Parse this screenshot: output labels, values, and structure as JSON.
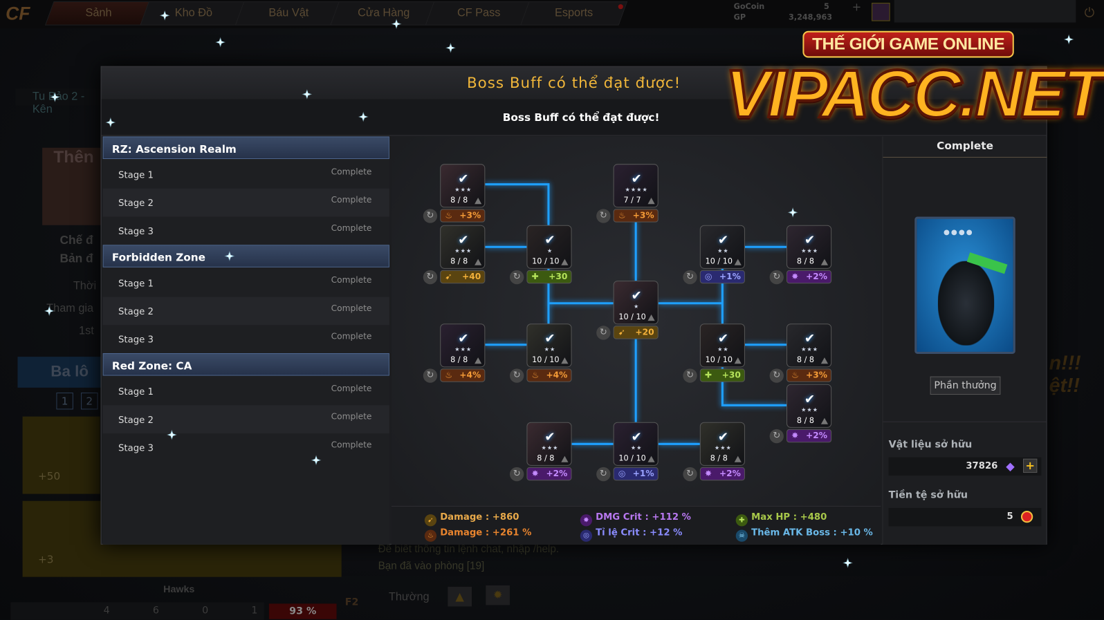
{
  "topnav": {
    "tabs": [
      "Sảnh",
      "Kho Đồ",
      "Báu Vật",
      "Cửa Hàng",
      "CF Pass",
      "Esports"
    ],
    "gocoin_label": "GoCoin",
    "gocoin_value": "5",
    "gp_label": "GP",
    "gp_value": "3,248,963"
  },
  "background": {
    "channel": "Tu Bảo 2 - Kên",
    "room_title": "Thên",
    "mode": "Chế đ",
    "map": "Bản đ",
    "time": "Thời",
    "join": "Tham gia",
    "rank": "1st",
    "bag": "Ba lô",
    "bag_pages": [
      "1",
      "2"
    ],
    "slot1": "+50",
    "slot2": "+3",
    "team": "Hawks",
    "stats": [
      "4",
      "6",
      "0",
      "1"
    ],
    "progress": "93 %",
    "hotkey": "F2",
    "chat_lines": [
      "Để biết thông tin lệnh chat, nhập /help.",
      "Bạn đã vào phòng [19]"
    ],
    "chat_mode": "Thường",
    "promo": "n!!! ệt!!"
  },
  "dialog": {
    "title": "Boss Buff có thể đạt được!",
    "subtitle": "Boss Buff có thể đạt được!",
    "groups": [
      {
        "name": "RZ: Ascension Realm",
        "stages": [
          {
            "name": "Stage 1",
            "status": "Complete"
          },
          {
            "name": "Stage 2",
            "status": "Complete"
          },
          {
            "name": "Stage 3",
            "status": "Complete"
          }
        ]
      },
      {
        "name": "Forbidden Zone",
        "stages": [
          {
            "name": "Stage 1",
            "status": "Complete"
          },
          {
            "name": "Stage 2",
            "status": "Complete"
          },
          {
            "name": "Stage 3",
            "status": "Complete"
          }
        ]
      },
      {
        "name": "Red Zone: CA",
        "stages": [
          {
            "name": "Stage 1",
            "status": "Complete"
          },
          {
            "name": "Stage 2",
            "status": "Complete"
          },
          {
            "name": "Stage 3",
            "status": "Complete"
          }
        ]
      }
    ],
    "nodes": [
      {
        "count": "8 / 8",
        "stars": 3,
        "type": "fire",
        "bonus": "+3%"
      },
      {
        "count": "7 / 7",
        "stars": 4,
        "type": "fire",
        "bonus": "+3%"
      },
      {
        "count": "8 / 8",
        "stars": 3,
        "type": "gun",
        "bonus": "+40"
      },
      {
        "count": "10 / 10",
        "stars": 1,
        "type": "hp",
        "bonus": "+30"
      },
      {
        "count": "10 / 10",
        "stars": 2,
        "type": "crate",
        "bonus": "+1%"
      },
      {
        "count": "8 / 8",
        "stars": 3,
        "type": "crit",
        "bonus": "+2%"
      },
      {
        "count": "10 / 10",
        "stars": 1,
        "type": "gun",
        "bonus": "+20"
      },
      {
        "count": "8 / 8",
        "stars": 3,
        "type": "fire",
        "bonus": "+4%"
      },
      {
        "count": "10 / 10",
        "stars": 2,
        "type": "fire",
        "bonus": "+4%"
      },
      {
        "count": "10 / 10",
        "stars": 2,
        "type": "hp",
        "bonus": "+30"
      },
      {
        "count": "8 / 8",
        "stars": 3,
        "type": "fire",
        "bonus": "+3%"
      },
      {
        "count": "8 / 8",
        "stars": 3,
        "type": "crit",
        "bonus": "+2%"
      },
      {
        "count": "8 / 8",
        "stars": 3,
        "type": "crit",
        "bonus": "+2%"
      },
      {
        "count": "10 / 10",
        "stars": 2,
        "type": "crate",
        "bonus": "+1%"
      },
      {
        "count": "8 / 8",
        "stars": 3,
        "type": "crit",
        "bonus": "+2%"
      }
    ],
    "summary": [
      {
        "text": "Damage : +860",
        "color": "#e8a94a",
        "icon": "gun-icon"
      },
      {
        "text": "Damage : +261 %",
        "color": "#e8842e",
        "icon": "fire-icon"
      },
      {
        "text": "DMG Crit : +112 %",
        "color": "#b878f0",
        "icon": "crit-icon"
      },
      {
        "text": "Tỉ lệ Crit : +12 %",
        "color": "#8a8cff",
        "icon": "crit-rate-icon"
      },
      {
        "text": "Max HP : +480",
        "color": "#a8c84a",
        "icon": "hp-icon"
      },
      {
        "text": "Thêm ATK Boss : +10 %",
        "color": "#6ab8e8",
        "icon": "boss-icon"
      }
    ],
    "right": {
      "status": "Complete",
      "reward_button": "Phần thưởng",
      "materials_label": "Vật liệu sở hữu",
      "materials_value": "37826",
      "currency_label": "Tiền tệ sở hữu",
      "currency_value": "5"
    }
  },
  "watermark": {
    "tagline": "THẾ GIỚI GAME ONLINE",
    "site": "VIPACC.NET"
  },
  "colors": {
    "title": "#f0b63a",
    "tree_line": "#1ea0ff",
    "group_header": "#26324a"
  }
}
